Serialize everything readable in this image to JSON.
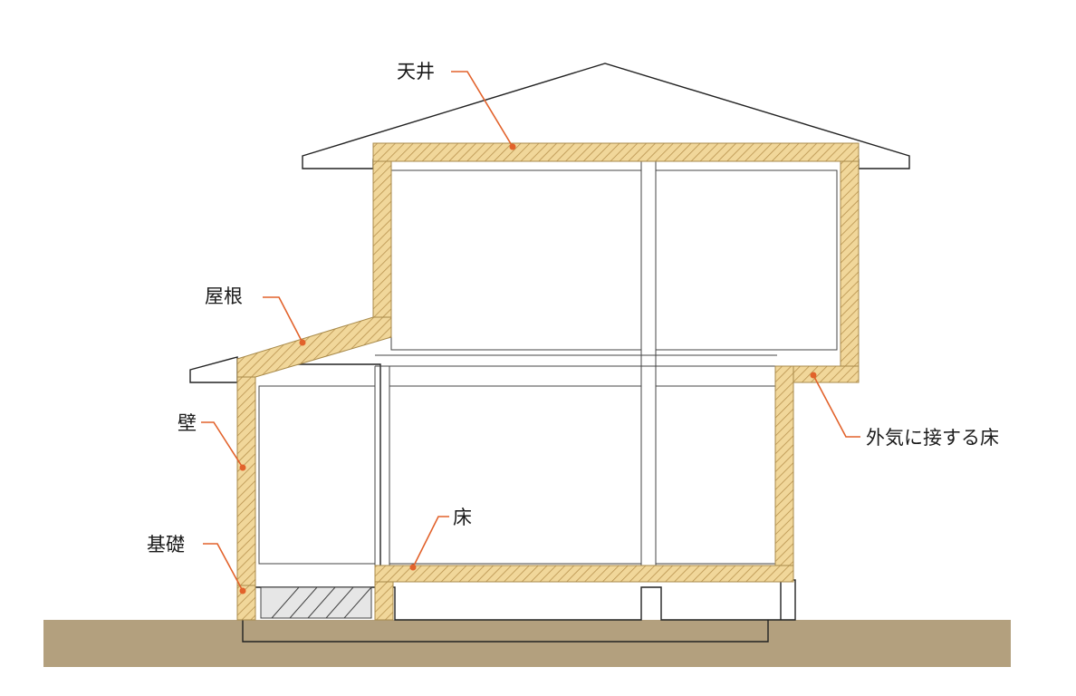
{
  "labels": {
    "ceiling": "天井",
    "roof": "屋根",
    "wall": "壁",
    "foundation": "基礎",
    "floor": "床",
    "exterior_floor": "外気に接する床"
  },
  "colors": {
    "insulation_fill": "#f1d79a",
    "insulation_hatch": "#b8924e",
    "leader": "#e2622b",
    "ground": "#b3a07e",
    "outline": "#222222"
  }
}
